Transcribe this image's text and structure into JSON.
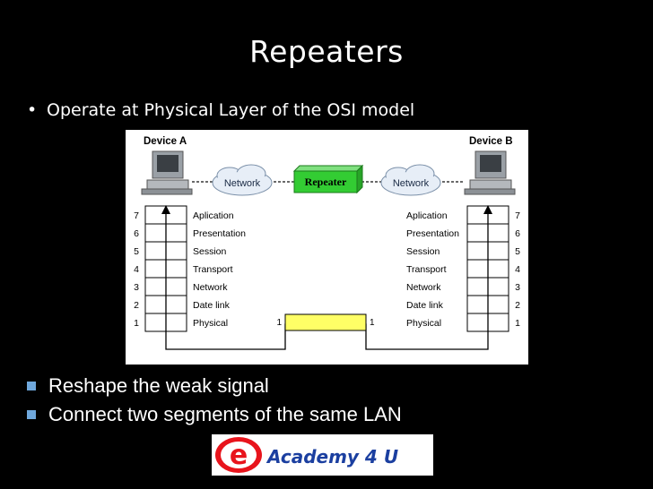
{
  "slide": {
    "title": "Repeaters",
    "bullets_top": [
      {
        "marker": "•",
        "text": "Operate at Physical Layer of the OSI model"
      }
    ],
    "bullets_bottom": [
      {
        "text": "Reshape the weak signal"
      },
      {
        "text": "Connect two segments of the same LAN"
      }
    ]
  },
  "diagram": {
    "device_a": "Device A",
    "device_b": "Device B",
    "network_left": "Network",
    "network_right": "Network",
    "repeater": "Repeater",
    "layer_numbers": [
      "7",
      "6",
      "5",
      "4",
      "3",
      "2",
      "1"
    ],
    "layers": [
      "Aplication",
      "Presentation",
      "Session",
      "Transport",
      "Network",
      "Date link",
      "Physical"
    ],
    "port_left": "1",
    "port_right": "1"
  },
  "logo": {
    "letter": "e",
    "text": "Academy 4 U"
  },
  "colors": {
    "background": "#000000",
    "text": "#ffffff",
    "square_bullet": "#6fa8dc",
    "repeater_green": "#33cc33",
    "connector_yellow": "#ffff66",
    "logo_red": "#e8141c",
    "logo_blue": "#1b3fa0"
  }
}
